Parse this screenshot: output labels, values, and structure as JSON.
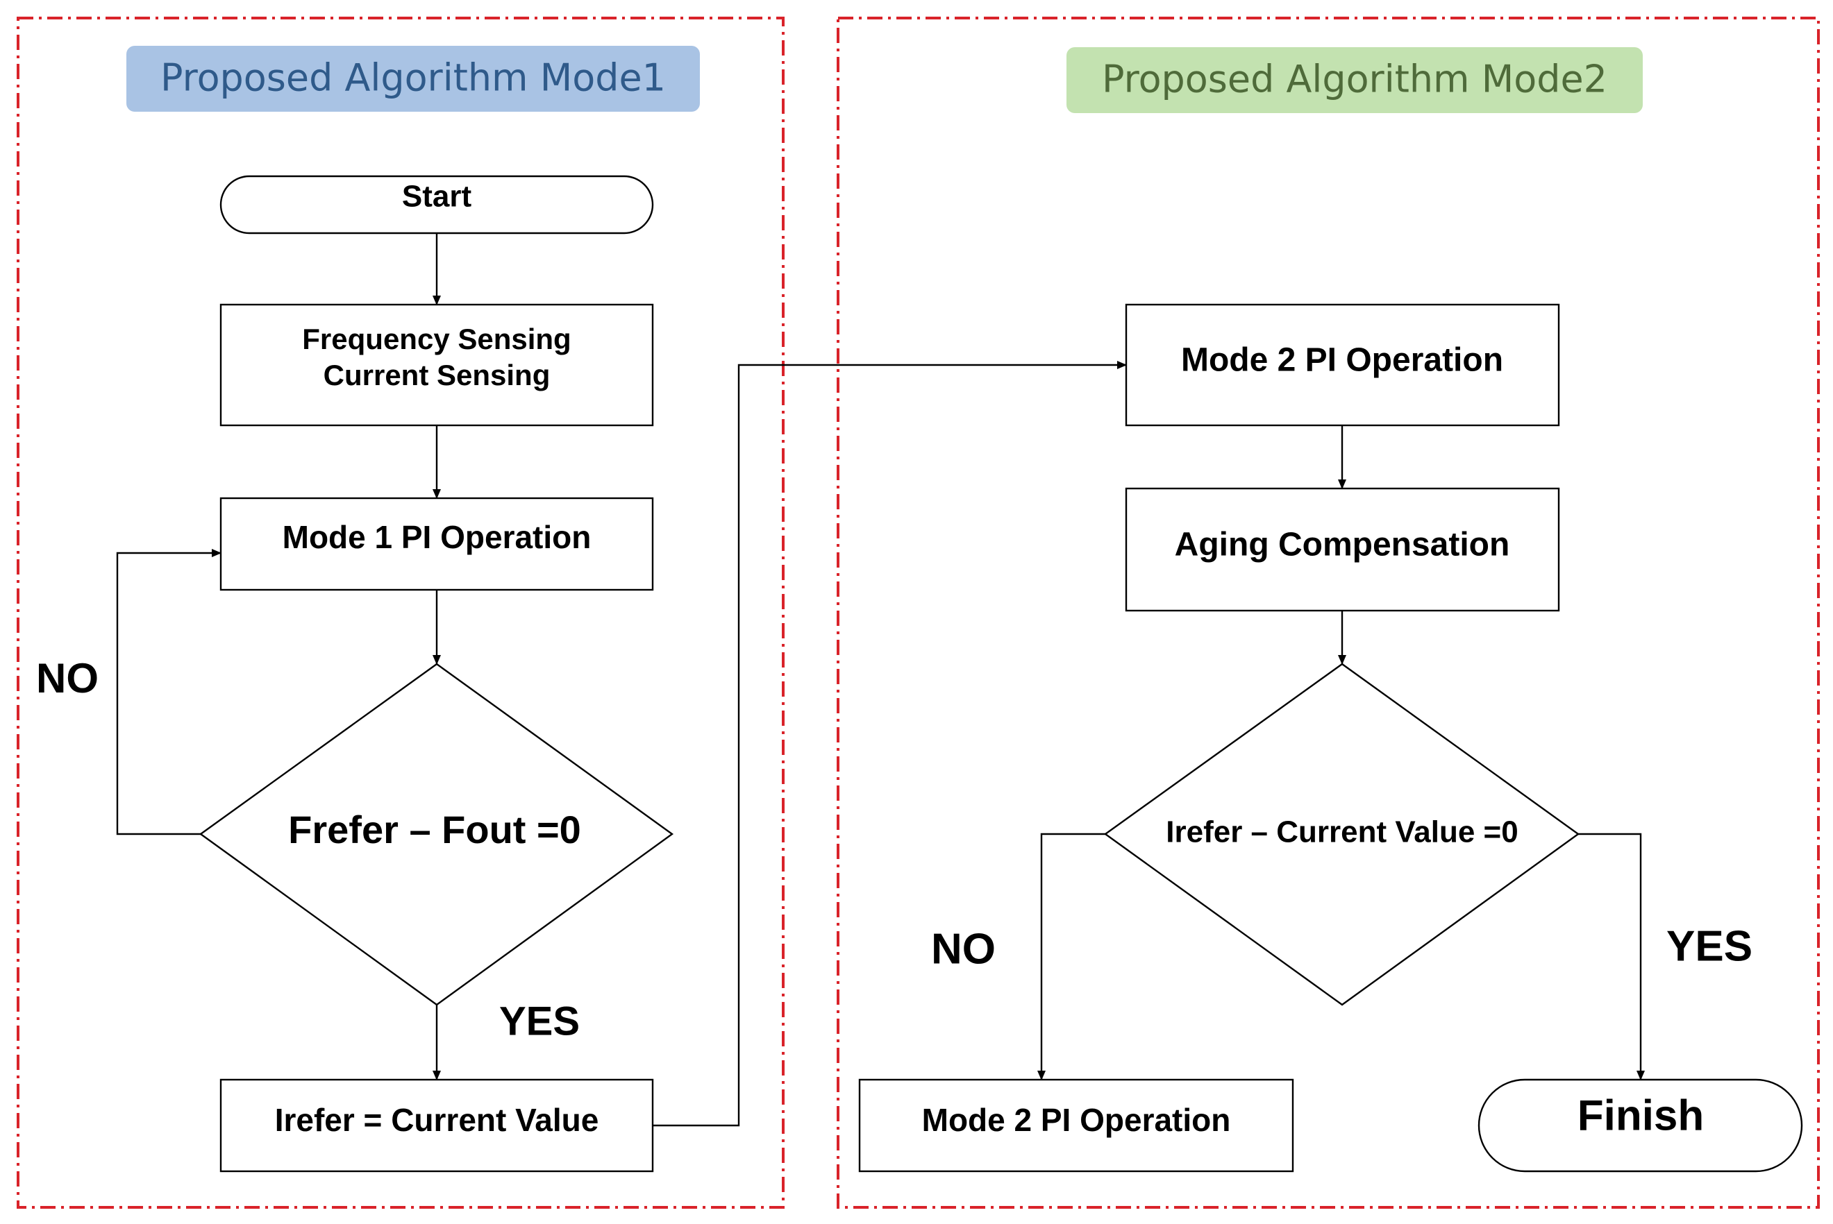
{
  "colors": {
    "frame": "#d9232a",
    "mode1_title_bg": "#a9c3e4",
    "mode1_title_text": "#2f5a8a",
    "mode2_title_bg": "#c3e2b0",
    "mode2_title_text": "#4f6b3a",
    "stroke": "#000000"
  },
  "panels": {
    "mode1": {
      "title": "Proposed  Algorithm  Mode1",
      "start": "Start",
      "sensing_line1": "Frequency Sensing",
      "sensing_line2": "Current Sensing",
      "pi_operation": "Mode  1  PI  Operation",
      "decision": "Frefer – Fout =0",
      "no_label": "NO",
      "yes_label": "YES",
      "set_reference": "Irefer  =  Current  Value"
    },
    "mode2": {
      "title": "Proposed  Algorithm  Mode2",
      "pi_operation": "Mode  2  PI  Operation",
      "aging": "Aging  Compensation",
      "decision": "Irefer –  Current Value   =0",
      "no_label": "NO",
      "yes_label": "YES",
      "no_branch": "Mode  2   PI  Operation",
      "finish": "Finish"
    }
  }
}
